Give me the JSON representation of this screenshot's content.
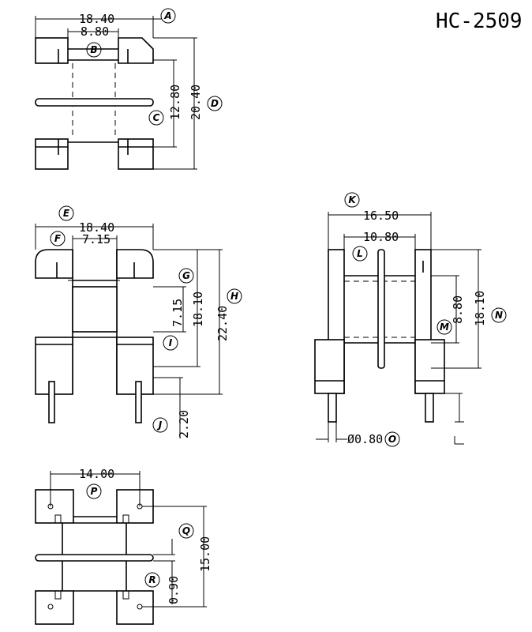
{
  "title": "HC-2509",
  "labels": {
    "a": "A",
    "b": "B",
    "c": "C",
    "d": "D",
    "e": "E",
    "f": "F",
    "g": "G",
    "h": "H",
    "i": "I",
    "j": "J",
    "k": "K",
    "l": "L",
    "m": "M",
    "n": "N",
    "o": "O",
    "p": "P",
    "q": "Q",
    "r": "R"
  },
  "dimensions": {
    "a": "18.40",
    "b": "8.80",
    "c": "12.80",
    "d": "20.40",
    "e": "18.40",
    "f": "7.15",
    "g": "7.15",
    "h": "22.40",
    "gh": "18.10",
    "j": "2.20",
    "k": "16.50",
    "l": "10.80",
    "m": "8.80",
    "n": "18.10",
    "o": "Ø0.80",
    "p": "14.00",
    "q": "15.00",
    "r": "0.90"
  }
}
